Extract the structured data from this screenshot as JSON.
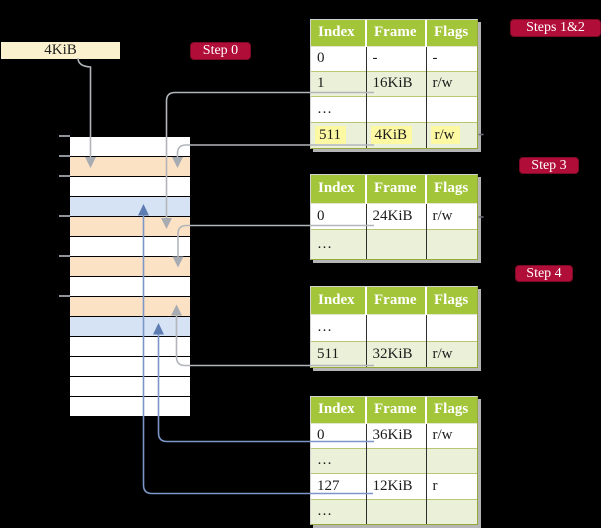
{
  "legend": {
    "label": "4KiB"
  },
  "badges": {
    "step0": {
      "label": "Step 0"
    },
    "steps12": {
      "label": "Steps 1&2"
    },
    "step3": {
      "label": "Step 3"
    },
    "step4": {
      "label": "Step 4"
    }
  },
  "memory": {
    "rows": [
      "white",
      "peach",
      "white",
      "blue",
      "peach",
      "white",
      "peach",
      "white",
      "peach",
      "blue",
      "white",
      "white",
      "white",
      "white"
    ]
  },
  "tables": [
    {
      "headers": [
        "Index",
        "Frame",
        "Flags"
      ],
      "rows": [
        {
          "cells": [
            "0",
            "-",
            "-"
          ]
        },
        {
          "cells": [
            "1",
            "16KiB",
            "r/w"
          ]
        },
        {
          "cells": [
            "…",
            "",
            ""
          ]
        },
        {
          "cells": [
            "511",
            "4KiB",
            "r/w"
          ],
          "highlighted": true
        }
      ]
    },
    {
      "headers": [
        "Index",
        "Frame",
        "Flags"
      ],
      "rows": [
        {
          "cells": [
            "0",
            "24KiB",
            "r/w"
          ]
        },
        {
          "cells": [
            "…",
            "",
            ""
          ]
        }
      ]
    },
    {
      "headers": [
        "Index",
        "Frame",
        "Flags"
      ],
      "rows": [
        {
          "cells": [
            "…",
            "",
            ""
          ]
        },
        {
          "cells": [
            "511",
            "32KiB",
            "r/w"
          ]
        }
      ]
    },
    {
      "headers": [
        "Index",
        "Frame",
        "Flags"
      ],
      "rows": [
        {
          "cells": [
            "0",
            "36KiB",
            "r/w"
          ]
        },
        {
          "cells": [
            "…",
            "",
            ""
          ]
        },
        {
          "cells": [
            "127",
            "12KiB",
            "r"
          ]
        },
        {
          "cells": [
            "…",
            "",
            ""
          ]
        }
      ]
    }
  ],
  "colors": {
    "background": "#000000",
    "header_green": "#a3c53a",
    "row_green": "#ebf1d8",
    "frame_peach": "#fce2c4",
    "frame_blue": "#d6e3f4",
    "highlight_yellow": "#fdf9a2",
    "badge_crimson": "#b10d39",
    "legend_cream": "#fcf1ce",
    "connector_gray": "#b2b5ba",
    "connector_blue": "#7b96c7"
  }
}
